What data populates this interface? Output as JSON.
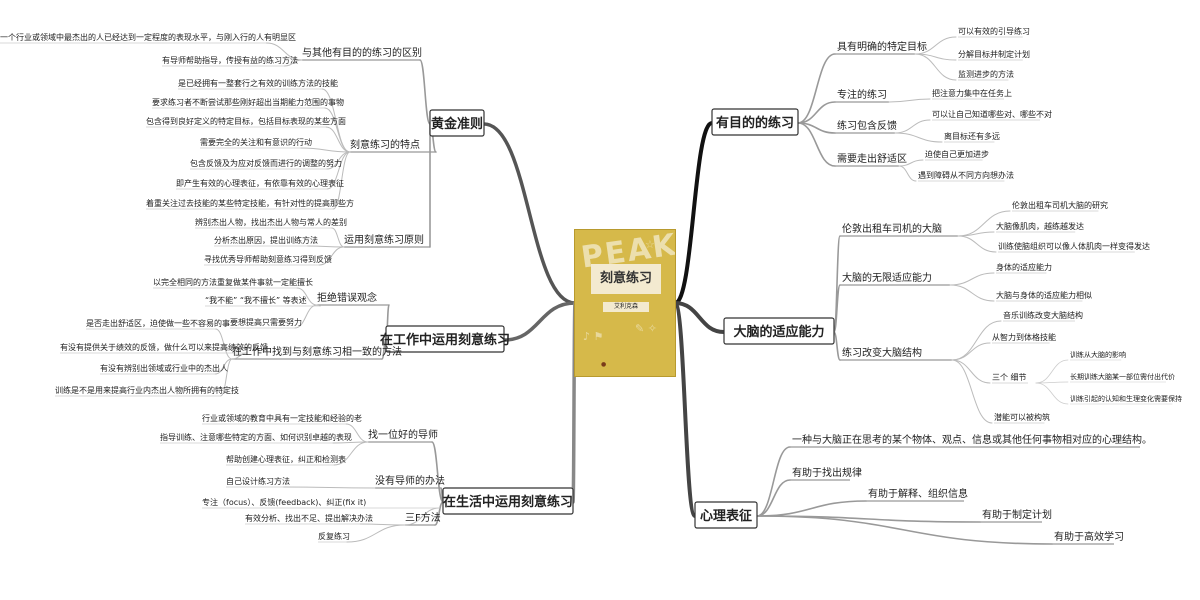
{
  "cover": {
    "title": "刻意练习",
    "decor": "PEAK",
    "author": "艾利克森"
  },
  "branches": [
    {
      "id": "b1",
      "label": "有目的的练习",
      "children": [
        {
          "label": "具有明确的特定目标",
          "children": [
            "可以有效的引导练习",
            "分解目标并制定计划",
            "监测进步的方法"
          ]
        },
        {
          "label": "专注的练习",
          "children": [
            "把注意力集中在任务上"
          ]
        },
        {
          "label": "练习包含反馈",
          "children": [
            "可以让自己知道哪些对、哪些不对",
            "离目标还有多远"
          ]
        },
        {
          "label": "需要走出舒适区",
          "children": [
            "迫使自己更加进步",
            "遇到障碍从不同方向想办法"
          ]
        }
      ]
    },
    {
      "id": "b2",
      "label": "大脑的适应能力",
      "children": [
        {
          "label": "伦敦出租车司机的大脑",
          "children": [
            "伦敦出租车司机大脑的研究",
            "大脑像肌肉，越练越发达",
            "训练使脑组织可以像人体肌肉一样变得发达"
          ]
        },
        {
          "label": "大脑的无限适应能力",
          "children": [
            "身体的适应能力",
            "大脑与身体的适应能力相似"
          ]
        },
        {
          "label": "练习改变大脑结构",
          "children": [
            "音乐训练改变大脑结构",
            "从智力到体格技能",
            {
              "label": "三个 细节",
              "children": [
                "训练从大脑的影响",
                "长期训练大脑某一部位需付出代价",
                "训练引起的认知和生理变化需要保持"
              ]
            },
            "潜能可以被构筑"
          ]
        }
      ]
    },
    {
      "id": "b3",
      "label": "心理表征",
      "children": [
        {
          "label": "一种与大脑正在思考的某个物体、观点、信息或其他任何事物相对应的心理结构。",
          "children": []
        },
        {
          "label": "有助于找出规律",
          "children": []
        },
        {
          "label": "有助于解释、组织信息",
          "children": []
        },
        {
          "label": "有助于制定计划",
          "children": []
        },
        {
          "label": "有助于高效学习",
          "children": []
        }
      ]
    },
    {
      "id": "b4",
      "label": "黄金准则",
      "children": [
        {
          "label": "与其他有目的的练习的区别",
          "children": [
            "一个行业或领域中最杰出的人已经达到一定程度的表现水平，与刚入行的人有明显区",
            "有导师帮助指导，传授有益的练习方法"
          ]
        },
        {
          "label": "刻意练习的特点",
          "children": [
            "是已经拥有一整套行之有效的训练方法的技能",
            "要求练习者不断尝试那些刚好超出当期能力范围的事物",
            "包含得到良好定义的特定目标，包括目标表现的某些方面",
            "需要完全的关注和有意识的行动",
            "包含反馈及为应对反馈而进行的调整的努力",
            "即产生有效的心理表征，有依靠有效的心理表征",
            "着重关注过去技能的某些特定技能，有针对性的提高那些方"
          ]
        },
        {
          "label": "运用刻意练习原则",
          "children": [
            "辨别杰出人物，找出杰出人物与常人的差别",
            "分析杰出原因，提出训练方法",
            "寻找优秀导师帮助刻意练习得到反馈"
          ]
        }
      ]
    },
    {
      "id": "b5",
      "label": "在工作中运用刻意练习",
      "children": [
        {
          "label": "拒绝错误观念",
          "children": [
            "以完全相同的方法重复做某件事就一定能擅长",
            "“我不能” “我不擅长” 等表述",
            "要想提高只需要努力"
          ]
        },
        {
          "label": "在工作中找到与刻意练习相一致的方法",
          "children": [
            "是否走出舒适区，迫使做一些不容易的事",
            "有没有提供关于绩效的反馈，做什么可以来提高绩效的反馈",
            "有没有辨别出领域或行业中的杰出人",
            "训练是不是用来提高行业内杰出人物所拥有的特定技"
          ]
        }
      ]
    },
    {
      "id": "b6",
      "label": "在生活中运用刻意练习",
      "children": [
        {
          "label": "找一位好的导师",
          "children": [
            "行业或领域的教育中具有一定技能和经验的老",
            "指导训练、注意哪些特定的方面、如何识别卓越的表现",
            "帮助创建心理表征，纠正和检测表"
          ]
        },
        {
          "label": "没有导师的办法",
          "children": [
            "自己设计练习方法"
          ]
        },
        {
          "label": "三F方法",
          "children": [
            "专注（focus）、反馈(feedback)、纠正(fix it)",
            "有效分析、找出不足、提出解决办法",
            "反复练习"
          ]
        }
      ]
    }
  ]
}
